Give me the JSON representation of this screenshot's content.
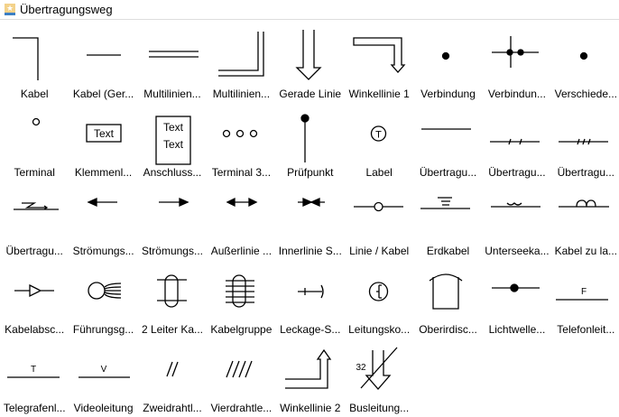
{
  "header": {
    "title": "Übertragungsweg",
    "icon": "star-library-icon"
  },
  "shapes": [
    "Kabel",
    "Kabel (Ger...",
    "Multilinien...",
    "Multilinien...",
    "Gerade Linie",
    "Winkellinie 1",
    "Verbindung",
    "Verbindun...",
    "Verschiede...",
    "Terminal",
    "Klemmenl...",
    "Anschluss...",
    "Terminal 3...",
    "Prüfpunkt",
    "Label",
    "Übertragu...",
    "Übertragu...",
    "Übertragu...",
    "Übertragu...",
    "Strömungs...",
    "Strömungs...",
    "Außerlinie ...",
    "Innerlinie S...",
    "Linie / Kabel",
    "Erdkabel",
    "Unterseeka...",
    "Kabel zu la...",
    "Kabelabsc...",
    "Führungsg...",
    "2 Leiter Ka...",
    "Kabelgruppe",
    "Leckage-S...",
    "Leitungsko...",
    "Oberirdisc...",
    "Lichtwelle...",
    "Telefonleit...",
    "Telegrafenl...",
    "Videoleitung",
    "Zweidrahtl...",
    "Vierdrahtle...",
    "Winkellinie 2",
    "Busleitung..."
  ],
  "glyphs": {
    "text": "Text",
    "label_t": "T",
    "tel_f": "F",
    "tel_t": "T",
    "video_v": "V",
    "bus_num": "32"
  }
}
